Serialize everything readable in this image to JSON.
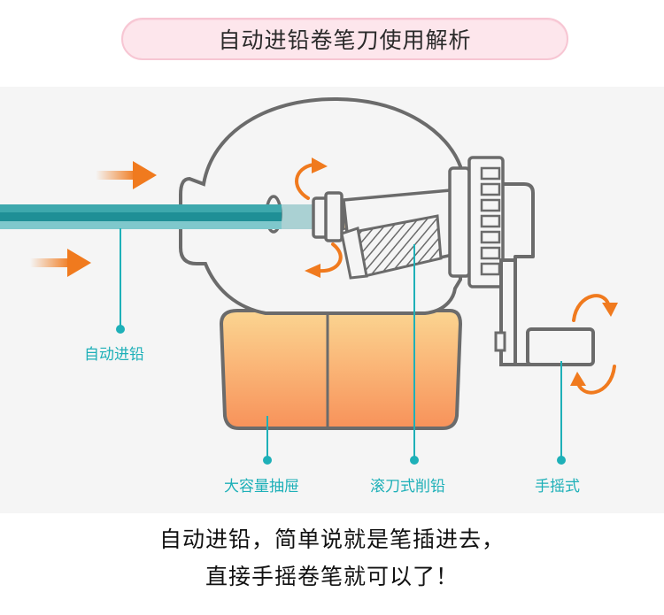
{
  "title": "自动进铅卷笔刀使用解析",
  "labels": {
    "auto_feed": "自动进铅",
    "drawer": "大容量抽屉",
    "roller_blade": "滚刀式削铅",
    "hand_crank": "手摇式"
  },
  "caption": {
    "line1": "自动进铅，简单说就是笔插进去，",
    "line2": "直接手摇卷笔就可以了！"
  },
  "colors": {
    "title_bg": "#fde6ec",
    "label": "#1eb0b8",
    "arrow": "#f07a1e",
    "pencil": "#1f8f96",
    "drawer_top": "#fbd08c",
    "drawer_bottom": "#f8955a",
    "outline": "#6b6b6b"
  }
}
